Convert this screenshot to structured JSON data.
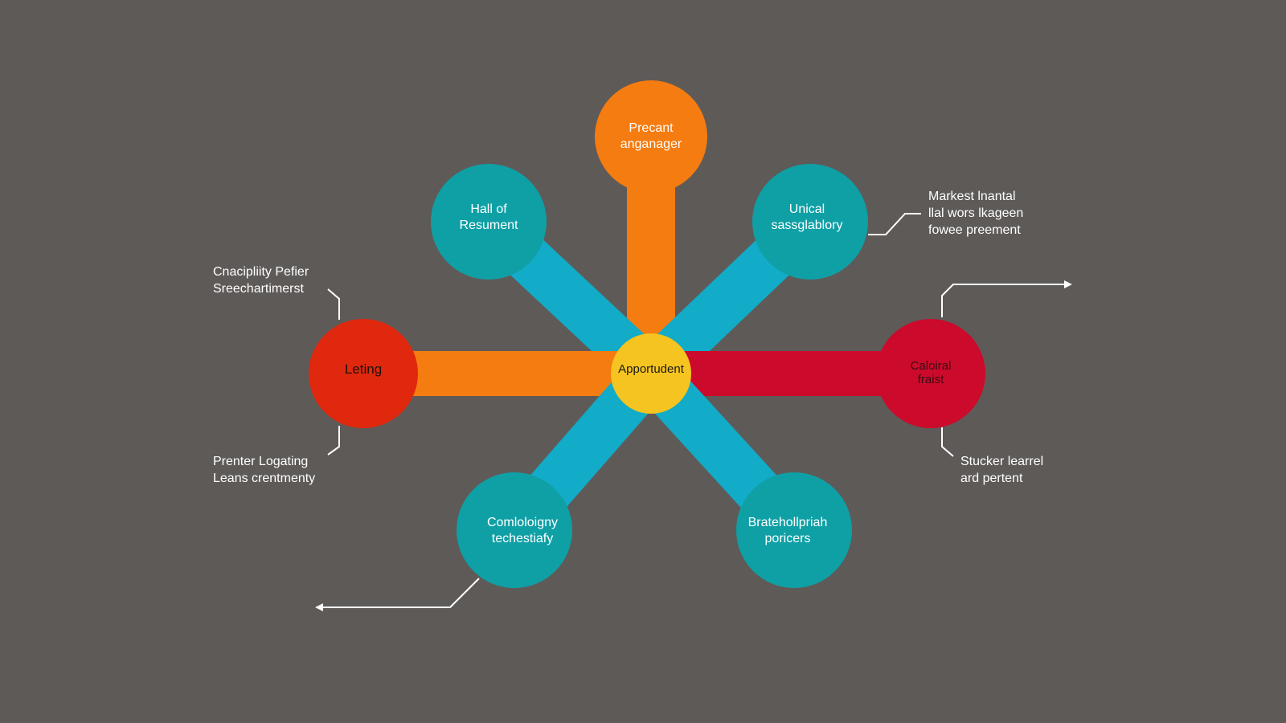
{
  "colors": {
    "background": "#5e5a58",
    "orange": "#f57c10",
    "teal": "#0fa0a6",
    "blue_spoke": "#12abc8",
    "red_left": "#e0280e",
    "crimson_right": "#cc0a2c",
    "hub": "#f5c420",
    "connector": "#ffffff"
  },
  "hub": {
    "label": "Apportudent"
  },
  "nodes": {
    "top": {
      "line1": "Precant",
      "line2": "anganager",
      "color": "orange",
      "spoke": "orange"
    },
    "upper_left": {
      "line1": "Hall of",
      "line2": "Resument",
      "color": "teal",
      "spoke": "blue_spoke"
    },
    "upper_right": {
      "line1": "Unical",
      "line2": "sassglablory",
      "color": "teal",
      "spoke": "blue_spoke"
    },
    "left": {
      "line1": "Leting",
      "line2": "",
      "color": "red_left",
      "spoke": "orange"
    },
    "right": {
      "line1": "Caloiral",
      "line2": "fraist",
      "color": "crimson_right",
      "spoke": "crimson_right"
    },
    "lower_left": {
      "line1": "Comloloigny",
      "line2": "techestiafy",
      "color": "teal",
      "spoke": "blue_spoke"
    },
    "lower_right": {
      "line1": "Bratehollpriah",
      "line2": "poricers",
      "color": "teal",
      "spoke": "blue_spoke"
    }
  },
  "annotations": {
    "upper_left": {
      "line1": "Cnacipliity Pefier",
      "line2": "Sreechartimerst"
    },
    "lower_left": {
      "line1": "Prenter Logating",
      "line2": "Leans crentmenty"
    },
    "upper_right": {
      "line1": "Markest lnantal",
      "line2": "llal wors lkageen",
      "line3": "fowee preement"
    },
    "lower_right": {
      "line1": "Stucker learrel",
      "line2": "ard pertent"
    }
  }
}
